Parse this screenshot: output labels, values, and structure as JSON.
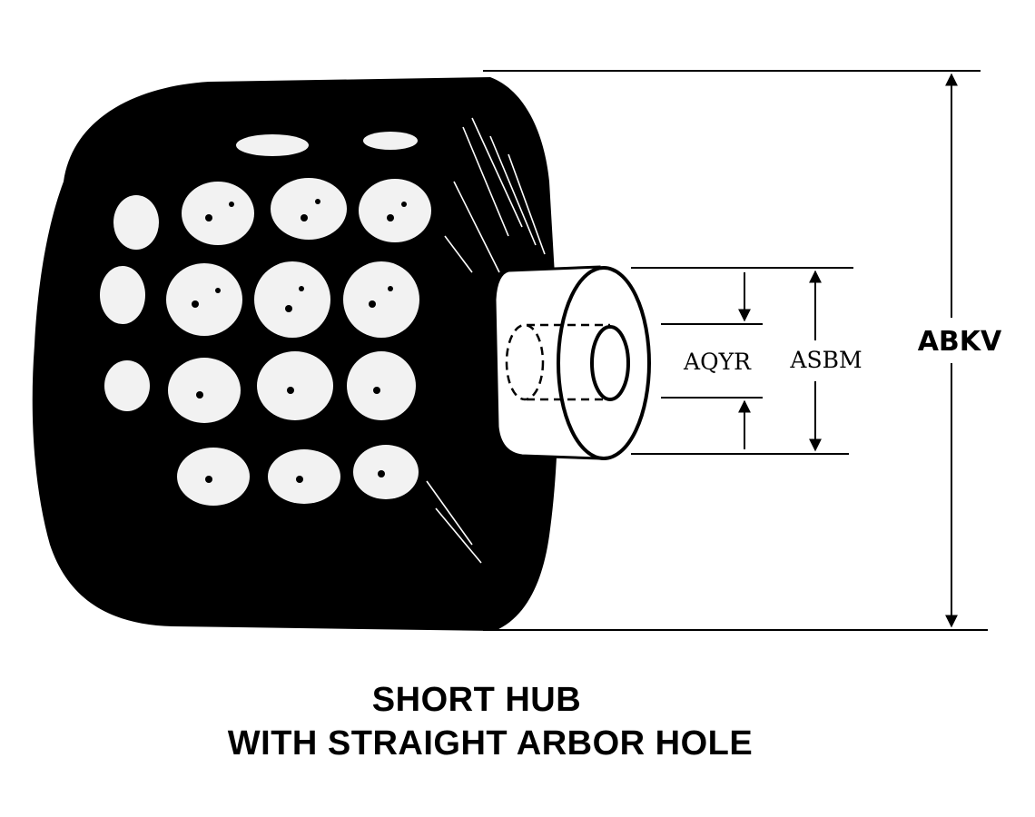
{
  "labels": {
    "overall_diameter": "ABKV",
    "arbor_hole": "AQYR",
    "hub_diameter": "ASBM"
  },
  "caption": {
    "line1": "SHORT HUB",
    "line2": "WITH STRAIGHT ARBOR HOLE"
  },
  "colors": {
    "ink": "#000000",
    "paper": "#ffffff"
  }
}
